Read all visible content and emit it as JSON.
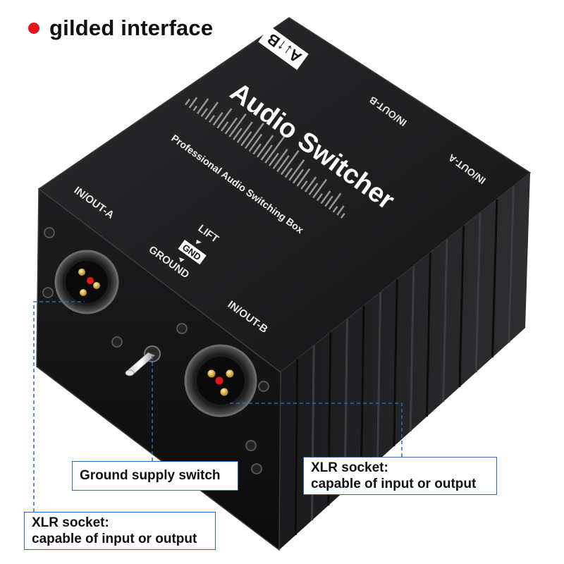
{
  "headline": {
    "bullet_color": "#e3161b",
    "text": "gilded interface"
  },
  "device": {
    "top_badge": "A↓↑B",
    "title": "Audio Switcher",
    "subtitle": "Professional Audio Switching Box",
    "label_in_out_a_top": "IN/OUT-A",
    "label_in_out_b_top": "IN/OUT-B",
    "label_in_out_a_front": "IN/OUT-A",
    "label_in_out_b_front": "IN/OUT-B",
    "label_lift": "LIFT",
    "label_gnd": "GND",
    "label_ground": "GROUND",
    "body_color": "#1c1c1e",
    "pin_accent_color": "#e3161b"
  },
  "callouts": {
    "ground_switch": "Ground supply switch",
    "xlr_right": [
      "XLR socket:",
      "capable of input or output"
    ],
    "xlr_left": [
      "XLR socket:",
      "capable of input or output"
    ],
    "border_color": "#2a68b8"
  }
}
